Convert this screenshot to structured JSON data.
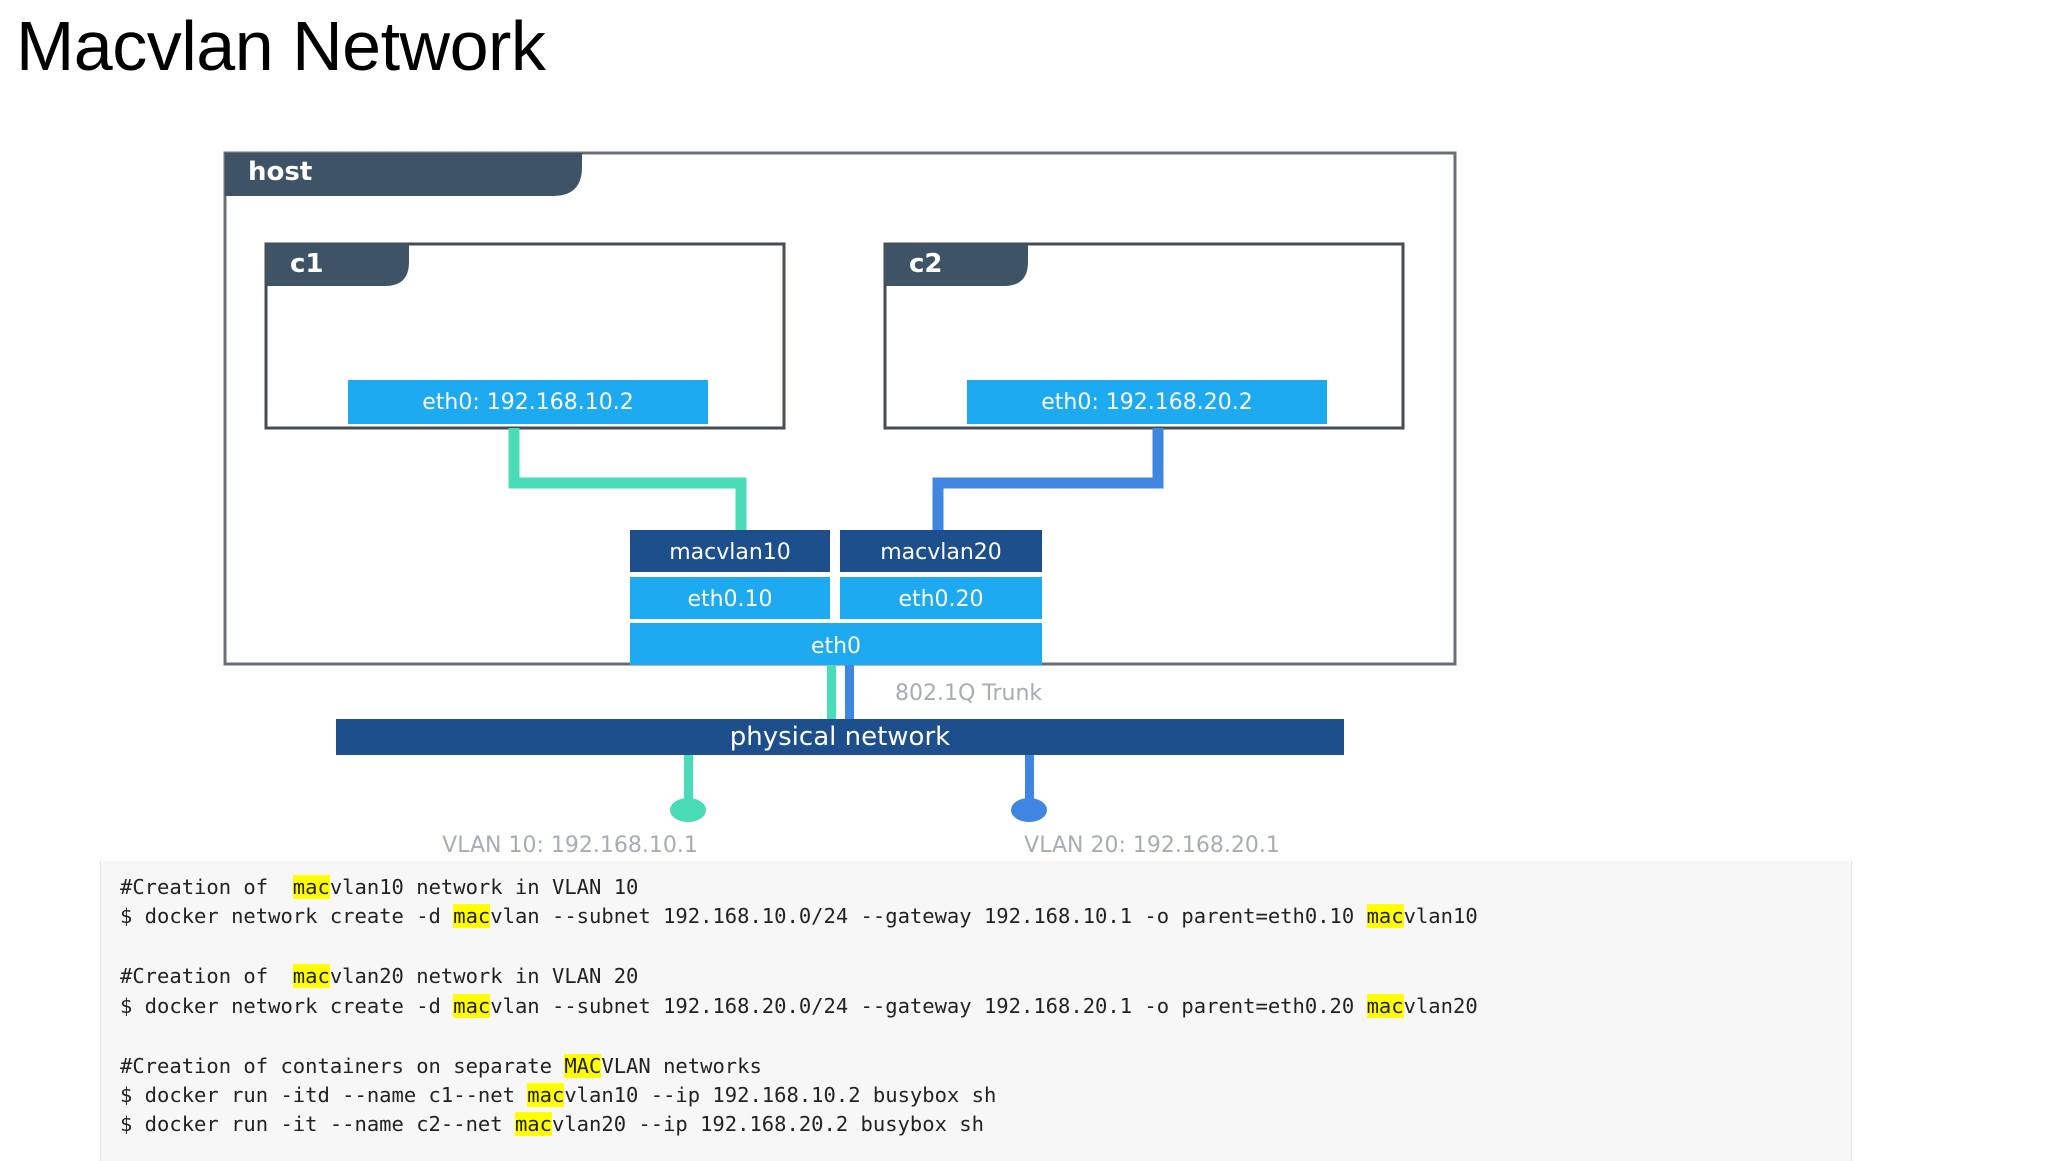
{
  "slide": {
    "title": "Macvlan Network"
  },
  "diagram": {
    "host_label": "host",
    "c1_label": "c1",
    "c2_label": "c2",
    "c1_iface": "eth0: 192.168.10.2",
    "c2_iface": "eth0: 192.168.20.2",
    "macvlan10": "macvlan10",
    "macvlan20": "macvlan20",
    "eth010": "eth0.10",
    "eth020": "eth0.20",
    "eth0": "eth0",
    "trunk": "802.1Q Trunk",
    "physical": "physical network",
    "vlan10": "VLAN 10: 192.168.10.1",
    "vlan20": "VLAN 20: 192.168.20.1"
  },
  "code": {
    "l1": {
      "a": "#Creation of  ",
      "h": "mac",
      "b": "vlan10 network in VLAN 10"
    },
    "l2": {
      "a": "$ docker network create -d ",
      "h1": "mac",
      "b": "vlan --subnet 192.168.10.0/24 --gateway 192.168.10.1 -o parent=eth0.10 ",
      "h2": "mac",
      "c": "vlan10"
    },
    "l3": {
      "a": "#Creation of  ",
      "h": "mac",
      "b": "vlan20 network in VLAN 20"
    },
    "l4": {
      "a": "$ docker network create -d ",
      "h1": "mac",
      "b": "vlan --subnet 192.168.20.0/24 --gateway 192.168.20.1 -o parent=eth0.20 ",
      "h2": "mac",
      "c": "vlan20"
    },
    "l5": {
      "a": "#Creation of containers on separate ",
      "h": "MAC",
      "b": "VLAN networks"
    },
    "l6": {
      "a": "$ docker run -itd --name c1--net ",
      "h": "mac",
      "b": "vlan10 --ip 192.168.10.2 busybox sh"
    },
    "l7": {
      "a": "$ docker run -it --name c2--net ",
      "h": "mac",
      "b": "vlan20 --ip 192.168.20.2 busybox sh"
    }
  },
  "colors": {
    "dark_navy": "#1d4f8c",
    "tab_slate": "#3f5366",
    "bright_blue": "#1eaaf1",
    "teal": "#49dcb6",
    "link_blue": "#3f86e0",
    "highlight": "#ffff00"
  }
}
